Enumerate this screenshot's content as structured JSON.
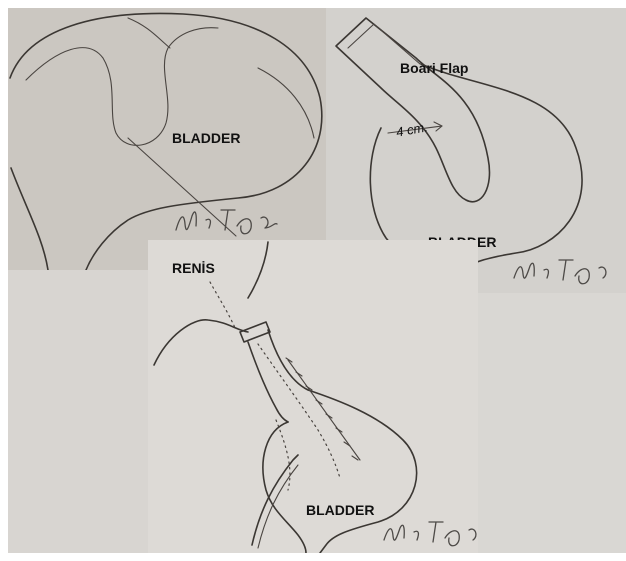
{
  "panels": {
    "top_left": {
      "label": "BLADDER",
      "signature": "M.T. Özer"
    },
    "top_right": {
      "flap_label": "Boari Flap",
      "measure_label": "4 cm.",
      "label": "BLADDER",
      "signature": "M.T. Özer"
    },
    "bottom": {
      "ureter_label": "RENİS",
      "label": "BLADDER",
      "signature": "M.T. Özer"
    }
  },
  "colors": {
    "paper_top_left": "#cbc7c1",
    "paper_top_right": "#d3d1cd",
    "paper_bottom": "#dddad6",
    "pencil": "#3b3733"
  }
}
